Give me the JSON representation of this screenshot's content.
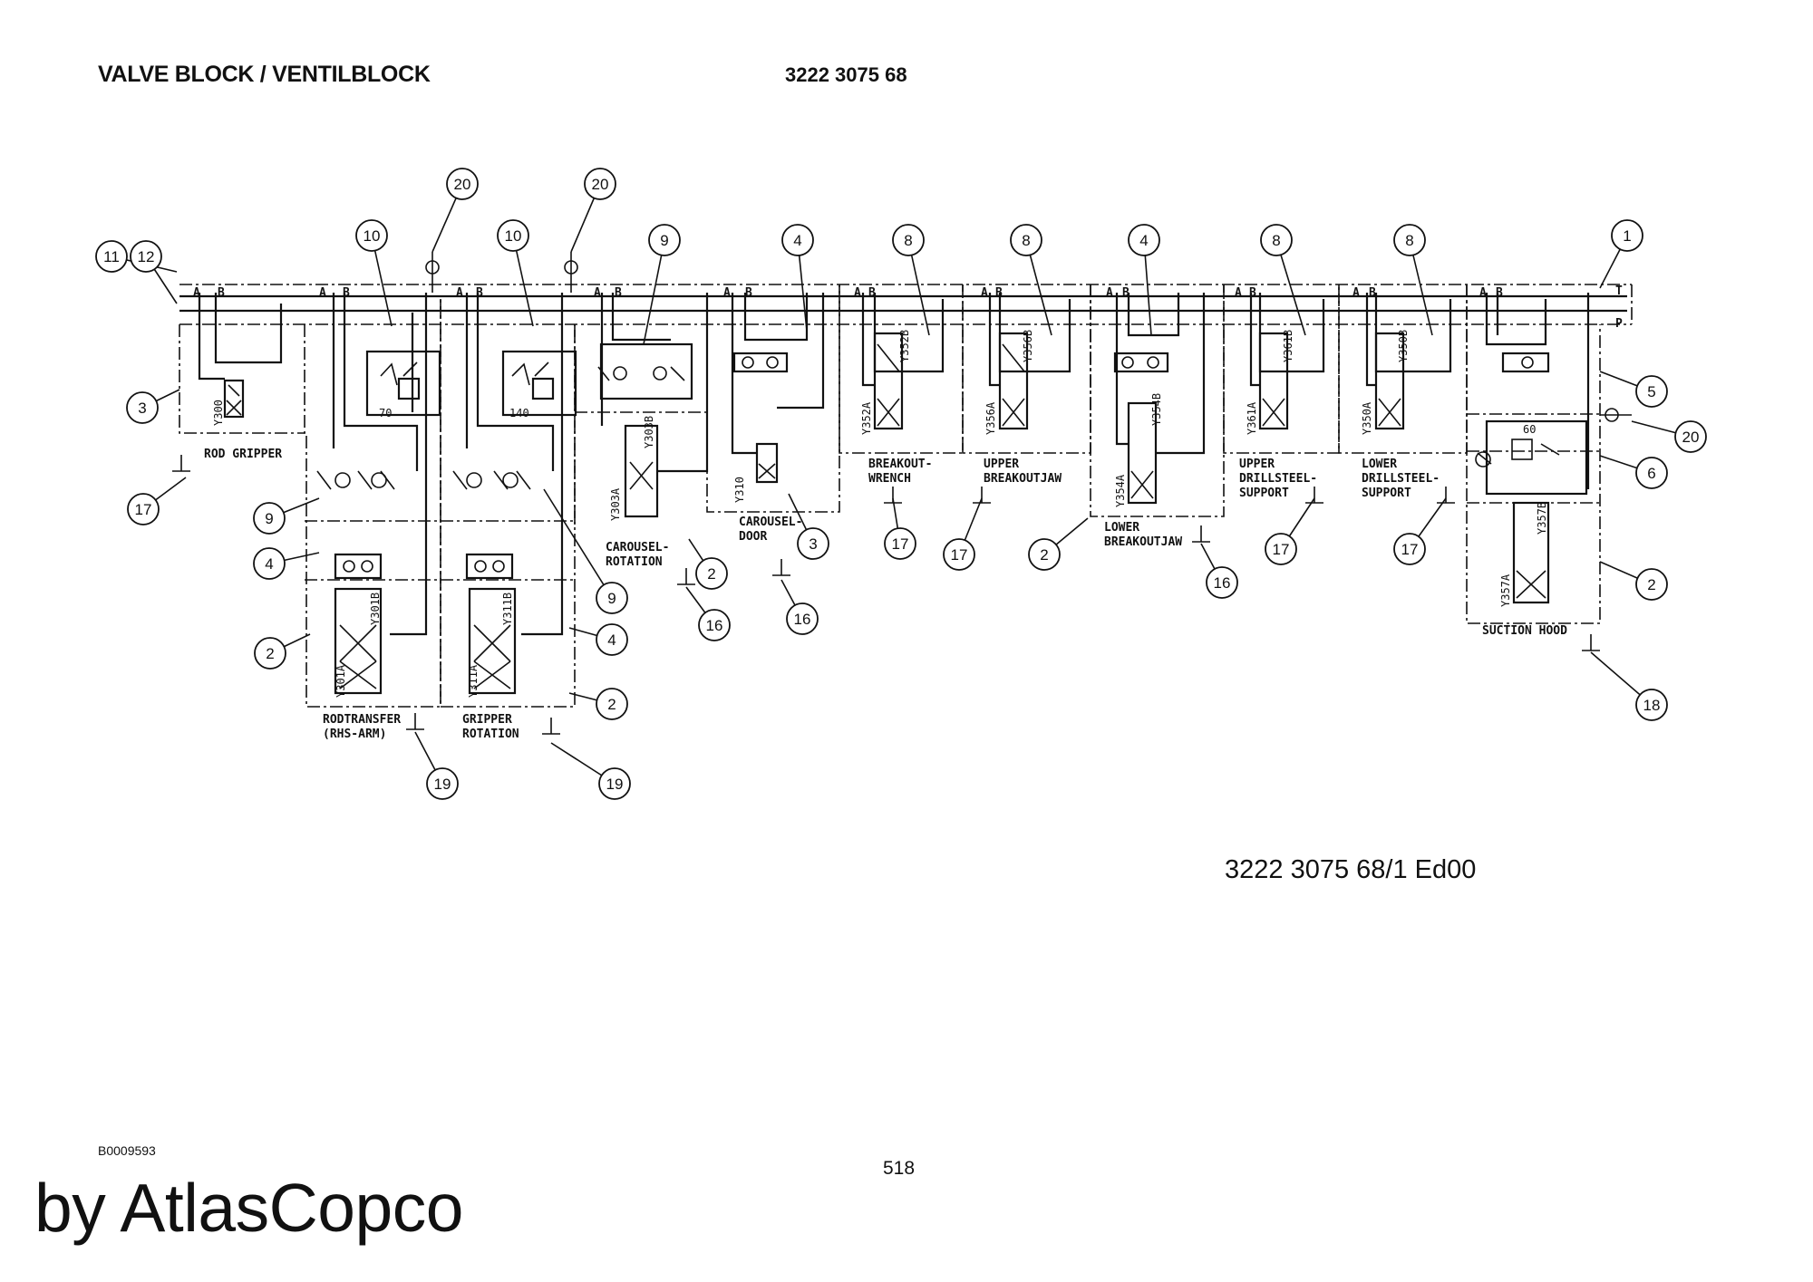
{
  "header": {
    "title": "VALVE BLOCK / VENTILBLOCK",
    "part_number": "3222 3075 68"
  },
  "footer": {
    "doc_ref": "3222 3075 68/1  Ed00",
    "image_id": "B0009593",
    "page_number": "518",
    "brand": "by AtlasCopco"
  },
  "ports": {
    "a": "A",
    "b": "B",
    "t": "T",
    "p": "P"
  },
  "sections": [
    {
      "name": "ROD GRIPPER",
      "coils": [
        "Y300"
      ]
    },
    {
      "name": [
        "RODTRANSFER",
        "(RHS-ARM)"
      ],
      "coils": [
        "Y301A",
        "Y301B"
      ],
      "relief": "70"
    },
    {
      "name": [
        "GRIPPER",
        "ROTATION"
      ],
      "coils": [
        "Y311A",
        "Y311B"
      ],
      "relief": "140"
    },
    {
      "name": [
        "CAROUSEL-",
        "ROTATION"
      ],
      "coils": [
        "Y303A",
        "Y303B"
      ]
    },
    {
      "name": [
        "CAROUSEL-",
        "DOOR"
      ],
      "coils": [
        "Y310"
      ]
    },
    {
      "name": [
        "BREAKOUT-",
        "WRENCH"
      ],
      "coils": [
        "Y352A",
        "Y352B"
      ]
    },
    {
      "name": [
        "UPPER",
        "BREAKOUTJAW"
      ],
      "coils": [
        "Y356A",
        "Y356B"
      ]
    },
    {
      "name": [
        "LOWER",
        "BREAKOUTJAW"
      ],
      "coils": [
        "Y354A",
        "Y354B"
      ]
    },
    {
      "name": [
        "UPPER",
        "DRILLSTEEL-",
        "SUPPORT"
      ],
      "coils": [
        "Y361A",
        "Y361B"
      ]
    },
    {
      "name": [
        "LOWER",
        "DRILLSTEEL-",
        "SUPPORT"
      ],
      "coils": [
        "Y350A",
        "Y350B"
      ]
    },
    {
      "name": "SUCTION HOOD",
      "coils": [
        "Y357A",
        "Y357B"
      ],
      "relief": "60"
    }
  ],
  "callouts": [
    "1",
    "2",
    "3",
    "4",
    "5",
    "6",
    "8",
    "9",
    "10",
    "11",
    "12",
    "16",
    "17",
    "18",
    "19",
    "20"
  ]
}
